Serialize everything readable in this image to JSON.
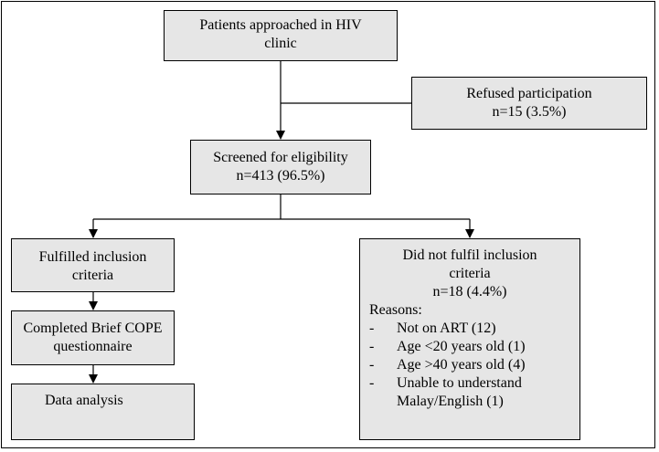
{
  "boxes": {
    "approached": {
      "lines": [
        "Patients approached in HIV",
        "clinic"
      ]
    },
    "refused": {
      "lines": [
        "Refused participation",
        "n=15 (3.5%)"
      ]
    },
    "screened": {
      "lines": [
        "Screened for eligibility",
        "n=413 (96.5%)"
      ]
    },
    "fulfilled": {
      "lines": [
        "Fulfilled inclusion",
        "criteria"
      ]
    },
    "not_fulfilled": {
      "lines": [
        "Did not fulfil inclusion",
        "criteria",
        "n=18 (4.4%)"
      ],
      "reasons_title": "Reasons:",
      "reasons": [
        {
          "marker": "-",
          "lines": [
            "Not on ART (12)"
          ]
        },
        {
          "marker": "-",
          "lines": [
            "Age <20 years old (1)"
          ]
        },
        {
          "marker": "-",
          "lines": [
            "Age >40 years old (4)"
          ]
        },
        {
          "marker": "-",
          "lines": [
            "Unable to understand",
            "Malay/English (1)"
          ]
        }
      ]
    },
    "completed": {
      "lines": [
        "Completed Brief COPE",
        "questionnaire"
      ]
    },
    "analysis": {
      "lines": [
        "Data analysis"
      ]
    }
  }
}
